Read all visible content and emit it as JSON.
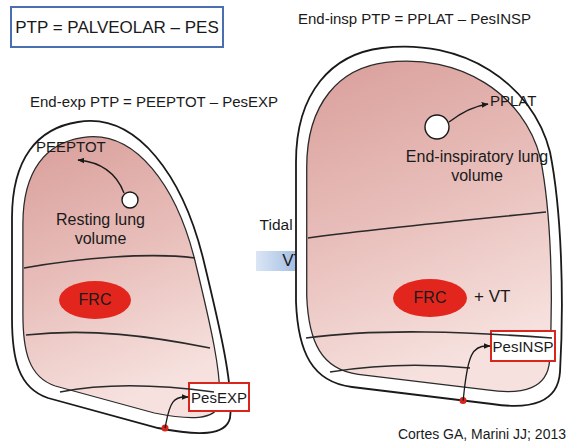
{
  "diagram": {
    "nodes": [
      {
        "text": [
          "PTP = PALVEOLAR – PES"
        ]
      },
      {
        "text": [
          "Resting lung volume"
        ]
      },
      {
        "text": [
          "FRC"
        ],
        "in": 1
      },
      {
        "text": [
          "PesEXP"
        ]
      },
      {
        "text": [
          "Tidal inflation",
          "VT"
        ]
      },
      {
        "text": [
          "End-inspiratory lung volume",
          "+ VT"
        ]
      },
      {
        "text": [
          "FRC"
        ],
        "in": 5
      },
      {
        "text": [
          "PesINSP"
        ]
      }
    ],
    "edges": [
      {
        "from": 1,
        "to": 3,
        "arrow": "to"
      },
      {
        "from": 5,
        "to": 7,
        "arrow": "to"
      }
    ],
    "labels": [
      "End-insp PTP = PPLAT – PesINSP",
      "End-exp PTP = PEEPTOT – PesEXP",
      "PEEPTOT",
      "PPLAT",
      "Cortes GA, Marini JJ; 2013"
    ]
  }
}
